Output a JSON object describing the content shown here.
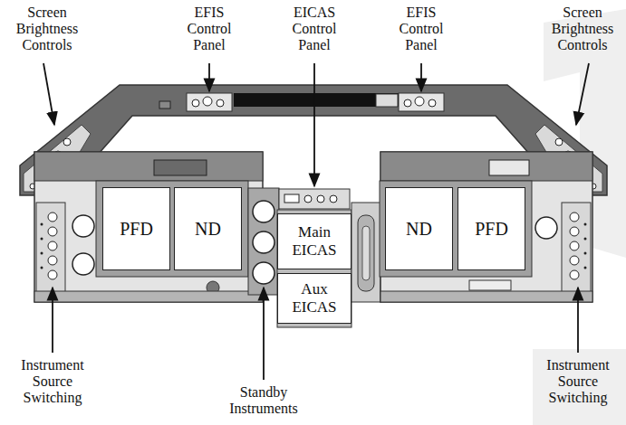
{
  "diagram": {
    "nodes": [
      {
        "text": [
          "PFD"
        ]
      },
      {
        "text": [
          "ND"
        ]
      },
      {
        "text": [
          "Main EICAS"
        ]
      },
      {
        "text": [
          "Aux EICAS"
        ]
      },
      {
        "text": [
          "ND"
        ]
      },
      {
        "text": [
          "PFD"
        ]
      }
    ],
    "labels": [
      "Screen Brightness Controls",
      "EFIS Control Panel",
      "EICAS Control Panel",
      "EFIS Control Panel",
      "Screen Brightness Controls",
      "Instrument Source Switching",
      "Standby Instruments",
      "Instrument Source Switching"
    ]
  }
}
